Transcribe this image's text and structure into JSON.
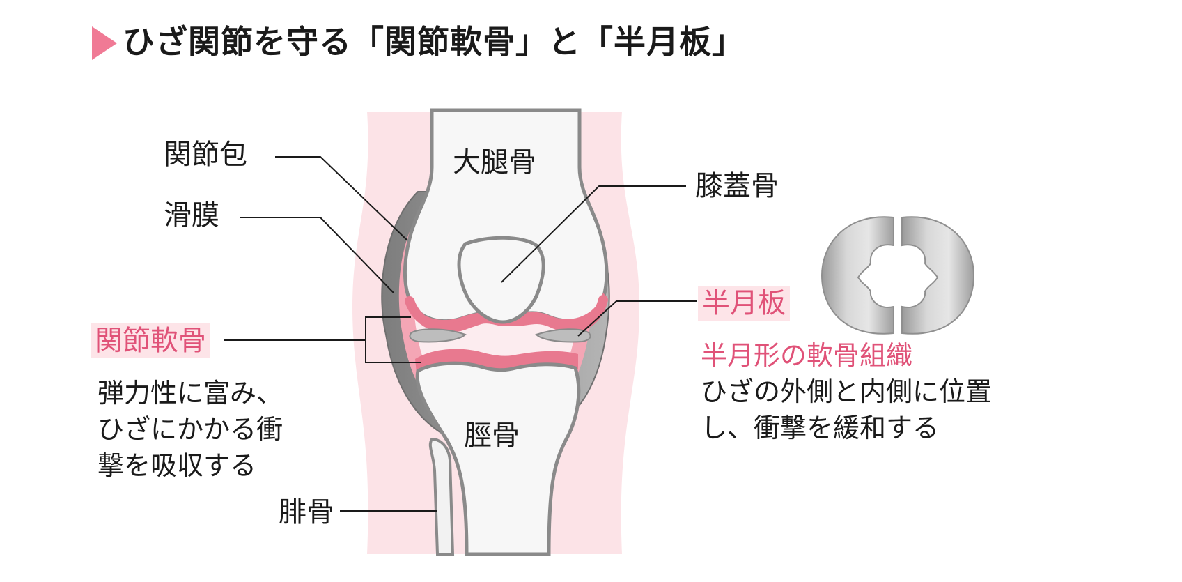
{
  "title": "ひざ関節を守る「関節軟骨」と「半月板」",
  "labels": {
    "capsule": "関節包",
    "synovium": "滑膜",
    "femur": "大腿骨",
    "patella": "膝蓋骨",
    "meniscus": "半月板",
    "cartilage": "関節軟骨",
    "tibia": "脛骨",
    "fibula": "腓骨"
  },
  "cartilage_desc": [
    "弾力性に富み、",
    "ひざにかかる衝",
    "撃を吸収する"
  ],
  "meniscus_desc": {
    "heading": "半月形の軟骨組織",
    "lines": [
      "ひざの外側と内側に位置",
      "し、衝撃を緩和する"
    ]
  },
  "colors": {
    "accent": "#e05278",
    "marker": "#f07a95",
    "soft_tissue": "#fce3e7",
    "cartilage": "#e8798f",
    "capsule": "#8c8c8c",
    "label_bg": "#fde4e8"
  }
}
